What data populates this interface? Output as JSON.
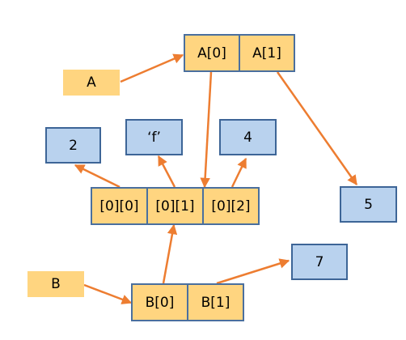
{
  "labels": {
    "A": "A",
    "B": "B"
  },
  "array_A": [
    "A[0]",
    "A[1]"
  ],
  "array_B": [
    "B[0]",
    "B[1]"
  ],
  "array_inner": [
    "[0][0]",
    "[0][1]",
    "[0][2]"
  ],
  "values": {
    "v2": "2",
    "vf": "‘f’",
    "v4": "4",
    "v5": "5",
    "v7": "7"
  },
  "colors": {
    "arrow": "#ed7d31",
    "orange_fill": "#ffd580",
    "blue_fill": "#b9d2ee",
    "border_blue": "#3d6597"
  }
}
